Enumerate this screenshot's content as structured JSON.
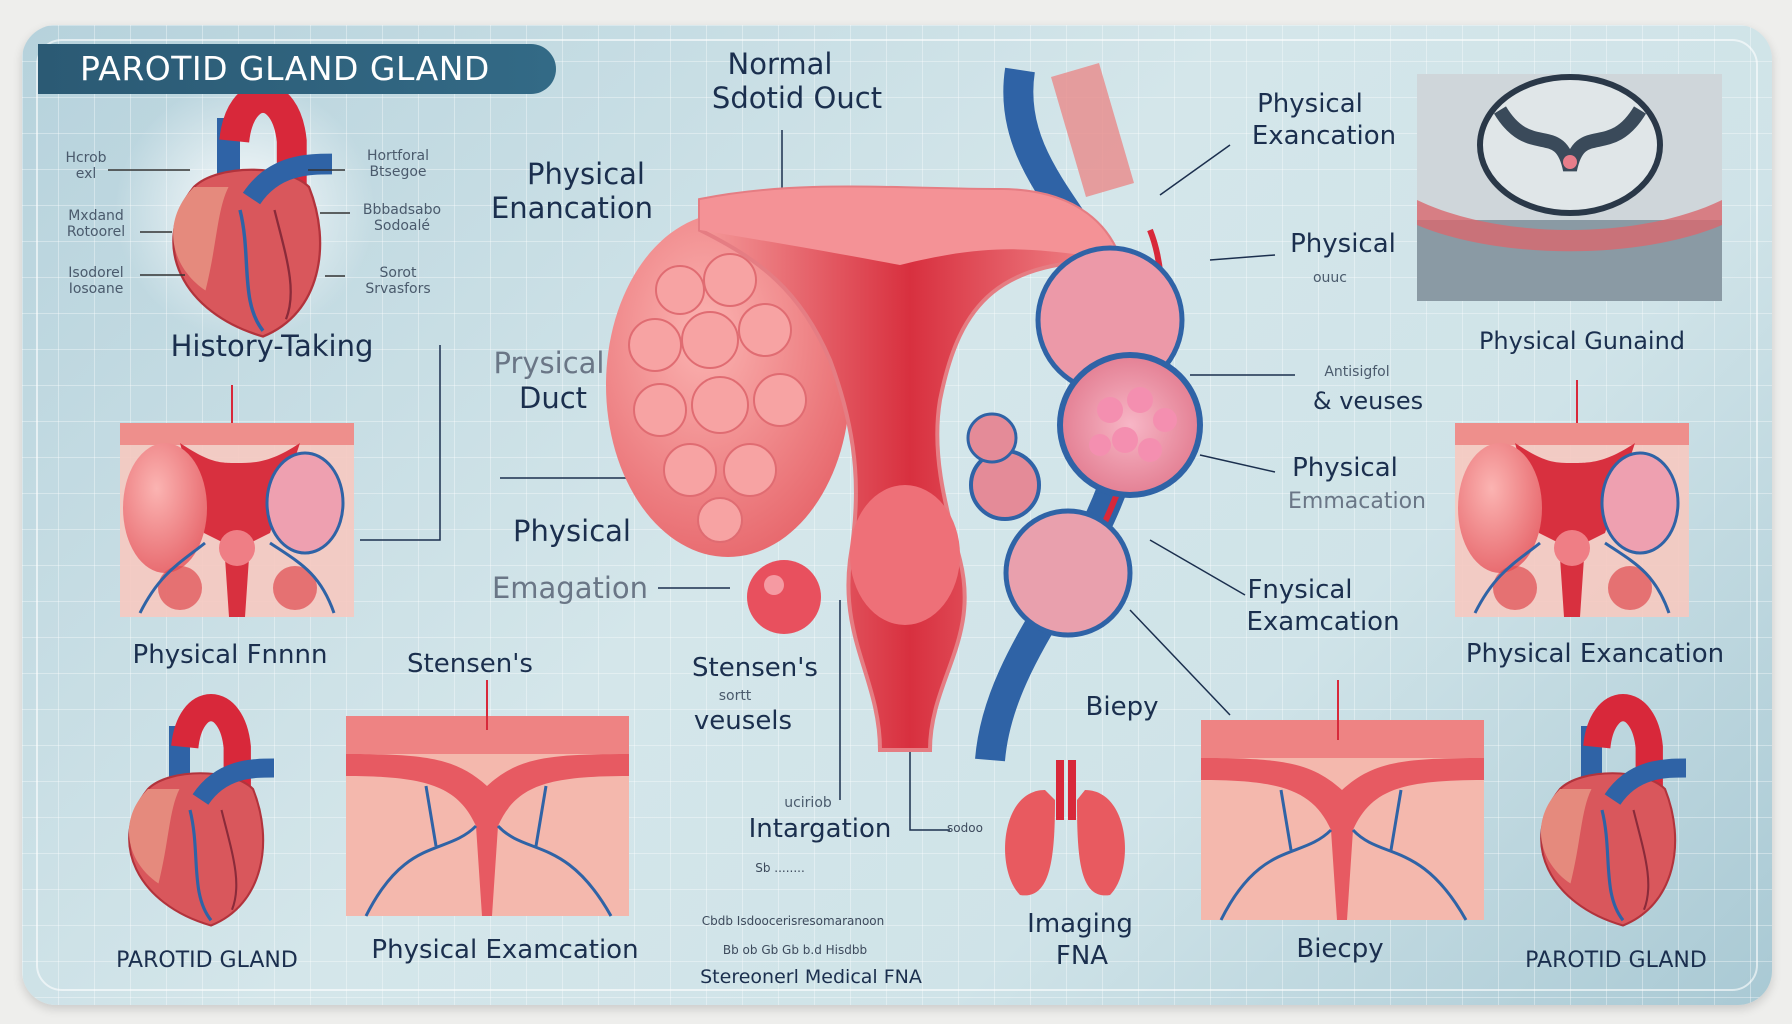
{
  "title": "PAROTID GLAND GLAND",
  "labels": {
    "normal": "Normal",
    "duct_top": "Sdotid Ouct",
    "phys1a": "Physical",
    "phys1b": "Enancation",
    "history": "History-Taking",
    "phys_duct_a": "Prysical",
    "phys_duct_b": "Duct",
    "phys2a": "Physical",
    "phys2b": "Emagation",
    "phys_left": "Physical Fnnnn",
    "stensen1": "Stensen's",
    "stensen2": "Stensen's",
    "stensen2_sub": "sortt",
    "vessels": "veusels",
    "uciriob": "uciriob",
    "intargation": "Intargation",
    "biepy": "Biepy",
    "imaging": "Imaging",
    "fna": "FNA",
    "biecpy": "Biecpy",
    "parotid_left": "PAROTID GLAND",
    "parotid_right": "PAROTID GLAND",
    "phys_exam_bottom": "Physical Examcation",
    "r1a": "Physical",
    "r1b": "Exancation",
    "r2a": "Physical",
    "r2b": "ouuc",
    "r3a": "Antisigfol",
    "r3b": "& veuses",
    "r4a": "Physical",
    "r4b": "Emmacation",
    "r5a": "Fnysical",
    "r5b": "Examcation",
    "r_gunaind": "Physical Gunaind",
    "r_exam": "Physical Exancation",
    "heart_labels": [
      "Hcrob exl",
      "Mxdand Rotoorel",
      "Isodorel Iosoane",
      "Hortforal Btsegoe",
      "Bbbadsabo Sodoalé",
      "Sorot Srvasfors"
    ],
    "footnote": [
      "Cbdb Isdoocerisresomaranoon",
      "Bb ob  Gb  Gb  b.d  Hisdbb",
      "Stereonerl Medical FNA"
    ],
    "small_line": "Sb ........",
    "small_tag": "sodoo"
  },
  "colors": {
    "banner": "#2b5a74",
    "text": "#1b2f4e",
    "tissue": "#ee7b80",
    "vessel_blue": "#2f63a6",
    "artery_red": "#d8283a"
  }
}
